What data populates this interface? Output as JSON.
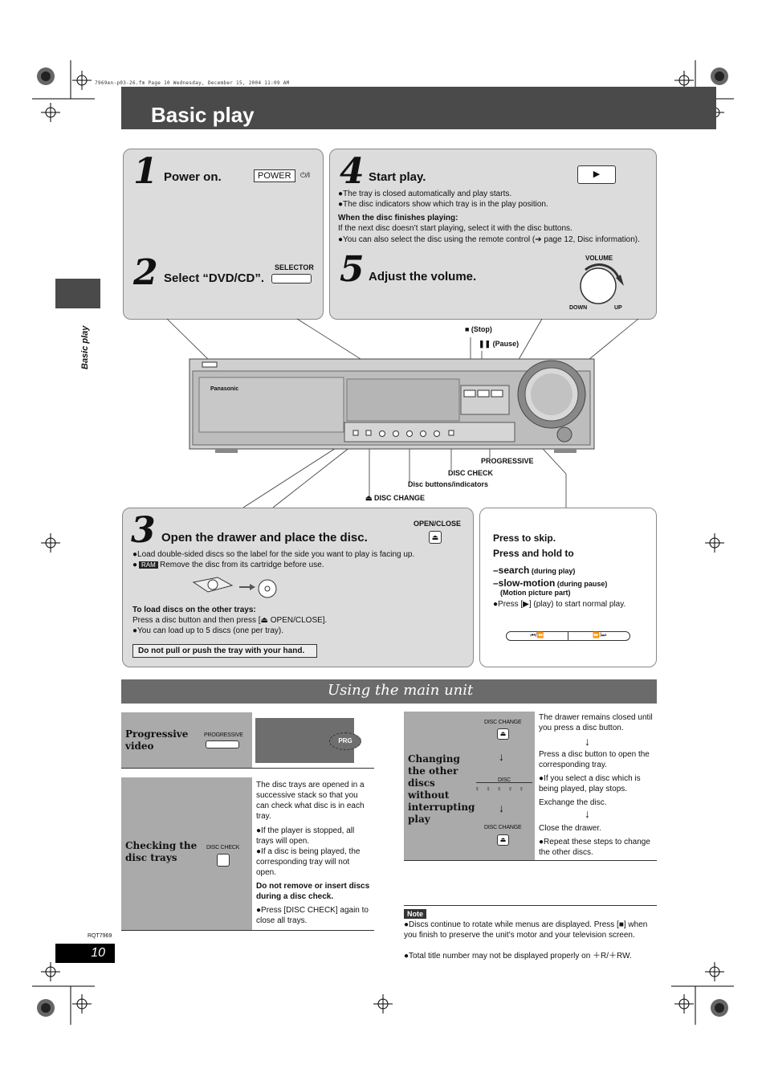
{
  "header_line": "7969en-p03-26.fm  Page 10  Wednesday, December 15, 2004  11:09 AM",
  "page_title": "Basic play",
  "side_label": "Basic play",
  "steps": {
    "s1": {
      "num": "1",
      "title": "Power on.",
      "key": "POWER",
      "key_symbol": "⏻/I"
    },
    "s2": {
      "num": "2",
      "title": "Select “DVD/CD”.",
      "key": "SELECTOR"
    },
    "s4": {
      "num": "4",
      "title": "Start play.",
      "key_symbol": "▶",
      "b1": "●The tray is closed automatically and play starts.",
      "b2": "●The disc indicators show which tray is in the play position.",
      "sub_head": "When the disc finishes playing:",
      "sub1": "If the next disc doesn’t start playing, select it with the disc buttons.",
      "sub2": "●You can also select the disc using the remote control (➔ page 12, Disc information)."
    },
    "s5": {
      "num": "5",
      "title": "Adjust the volume.",
      "vol": "VOLUME",
      "down": "DOWN",
      "up": "UP"
    },
    "s3": {
      "num": "3",
      "title": "Open the drawer and place the disc.",
      "key": "OPEN/CLOSE",
      "b1": "●Load double-sided discs so the label for the side you want to play is facing up.",
      "ram": "RAM",
      "b2": "Remove the disc from its cartridge before use.",
      "sub_head": "To load discs on the other trays:",
      "sub1": "Press a disc button and then press [⏏ OPEN/CLOSE].",
      "sub2": "●You can load up to 5 discs (one per tray).",
      "warning": "Do not pull or push the tray with your hand."
    }
  },
  "device_labels": {
    "stop": "■ (Stop)",
    "pause": "❚❚ (Pause)",
    "progressive": "PROGRESSIVE",
    "disc_check": "DISC CHECK",
    "disc_buttons": "Disc buttons/indicators",
    "disc_change": "⏏ DISC CHANGE",
    "brand": "Panasonic"
  },
  "skip": {
    "l1": "Press to skip.",
    "l2": "Press and hold to",
    "l3a": "–search",
    "l3b": " (during play)",
    "l4a": "–slow-motion",
    "l4b": " (during pause)",
    "l5": "(Motion picture part)",
    "l6": "●Press [▶] (play) to start normal play.",
    "btn_left": "⏮/⏪",
    "btn_right": "⏩/⏭"
  },
  "section_title": "Using the main unit",
  "progressive": {
    "label": "Progressive video",
    "btn": "PROGRESSIVE",
    "indicator": "PRG"
  },
  "check": {
    "label": "Checking the disc trays",
    "btn": "DISC CHECK",
    "t1": "The disc trays are opened in a successive stack so that you can check what disc is in each tray.",
    "t2": "●If the player is stopped, all trays will open.",
    "t3": "●If a disc is being played, the corresponding tray will not open.",
    "t4": "Do not remove or insert discs during a disc check.",
    "t5": "●Press [DISC CHECK] again to close all trays."
  },
  "change": {
    "label": "Changing the other discs without interrupting play",
    "btn": "DISC CHANGE",
    "disc_label": "DISC",
    "t1": "The drawer remains closed until you press a disc button.",
    "t2": "Press a disc button to open the corresponding tray.",
    "t3": "●If you select a disc which is being played, play stops.",
    "t4": "Exchange the disc.",
    "t5": "Close the drawer.",
    "t6": "●Repeat these steps to change the other discs."
  },
  "note": {
    "tag": "Note",
    "n1": "●Discs continue to rotate while menus are displayed. Press [■] when you finish to preserve the unit’s motor and your television screen.",
    "n2": "●Total title number may not be displayed properly on ＋R/＋RW."
  },
  "doc_code": "RQT7969",
  "page_number": "10"
}
